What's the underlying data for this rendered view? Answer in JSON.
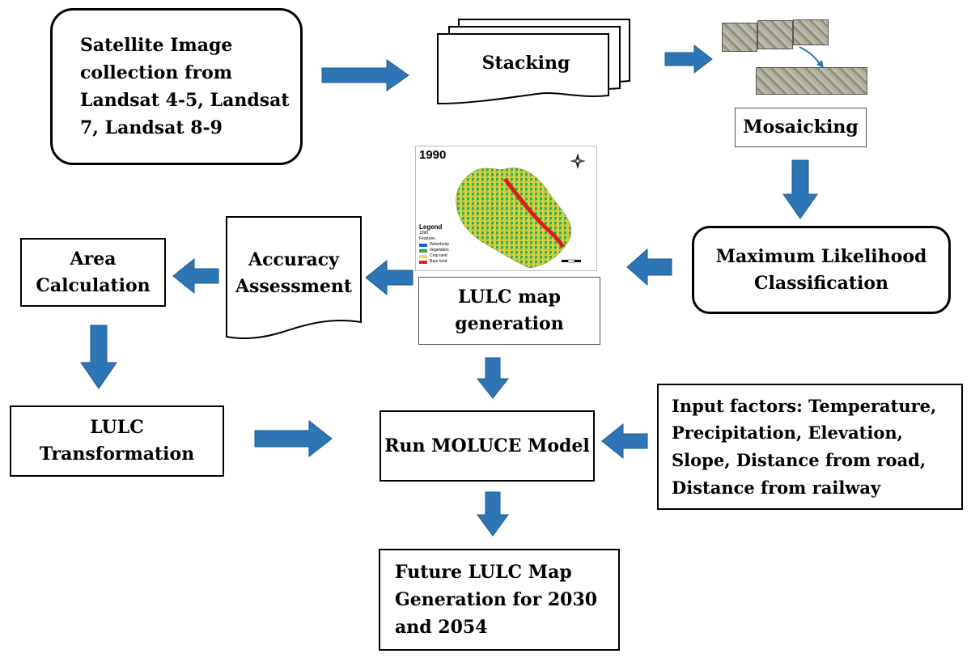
{
  "nodes": {
    "satellite": "Satellite Image collection from Landsat 4-5, Landsat 7, Landsat 8-9",
    "stacking": "Stacking",
    "mosaicking": "Mosaicking",
    "mlc": "Maximum Likelihood Classification",
    "lulc_map": "LULC map generation",
    "accuracy": "Accuracy Assessment",
    "area": "Area Calculation",
    "transformation": "LULC Transformation",
    "moluce": "Run MOLUCE Model",
    "input_factors": "Input factors: Temperature, Precipitation, Elevation, Slope, Distance from road, Distance from railway",
    "future": "Future LULC Map Generation for 2030 and 2054"
  },
  "map_thumbnail": {
    "year": "1990",
    "legend_title": "Legend",
    "legend_sub": "1990",
    "legend_features": "Features",
    "legend_items": [
      "Waterbody",
      "Vegetation",
      "Crop land",
      "Bare land"
    ],
    "legend_colors": [
      "#1f5fd6",
      "#2ea84a",
      "#e8e04a",
      "#e02424"
    ]
  },
  "colors": {
    "arrow": "#2e75b6"
  }
}
